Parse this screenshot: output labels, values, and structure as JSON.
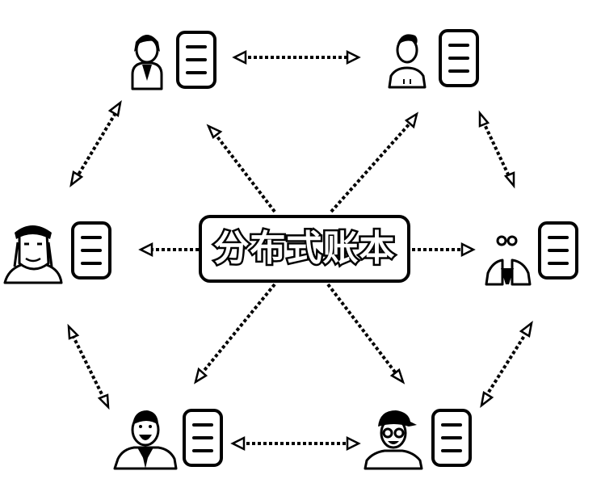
{
  "center_label": "分布式账本",
  "nodes": [
    {
      "id": "top-left",
      "avatar": "woman-icon"
    },
    {
      "id": "top-right",
      "avatar": "man-icon"
    },
    {
      "id": "middle-left",
      "avatar": "elder-man-icon"
    },
    {
      "id": "middle-right",
      "avatar": "glasses-person-icon"
    },
    {
      "id": "bottom-left",
      "avatar": "businessman-icon"
    },
    {
      "id": "bottom-right",
      "avatar": "cap-person-icon"
    }
  ],
  "ledger_icon": "ledger-icon",
  "connector_style": "dotted-double-arrow",
  "colors": {
    "line": "#000000",
    "background": "#ffffff"
  }
}
